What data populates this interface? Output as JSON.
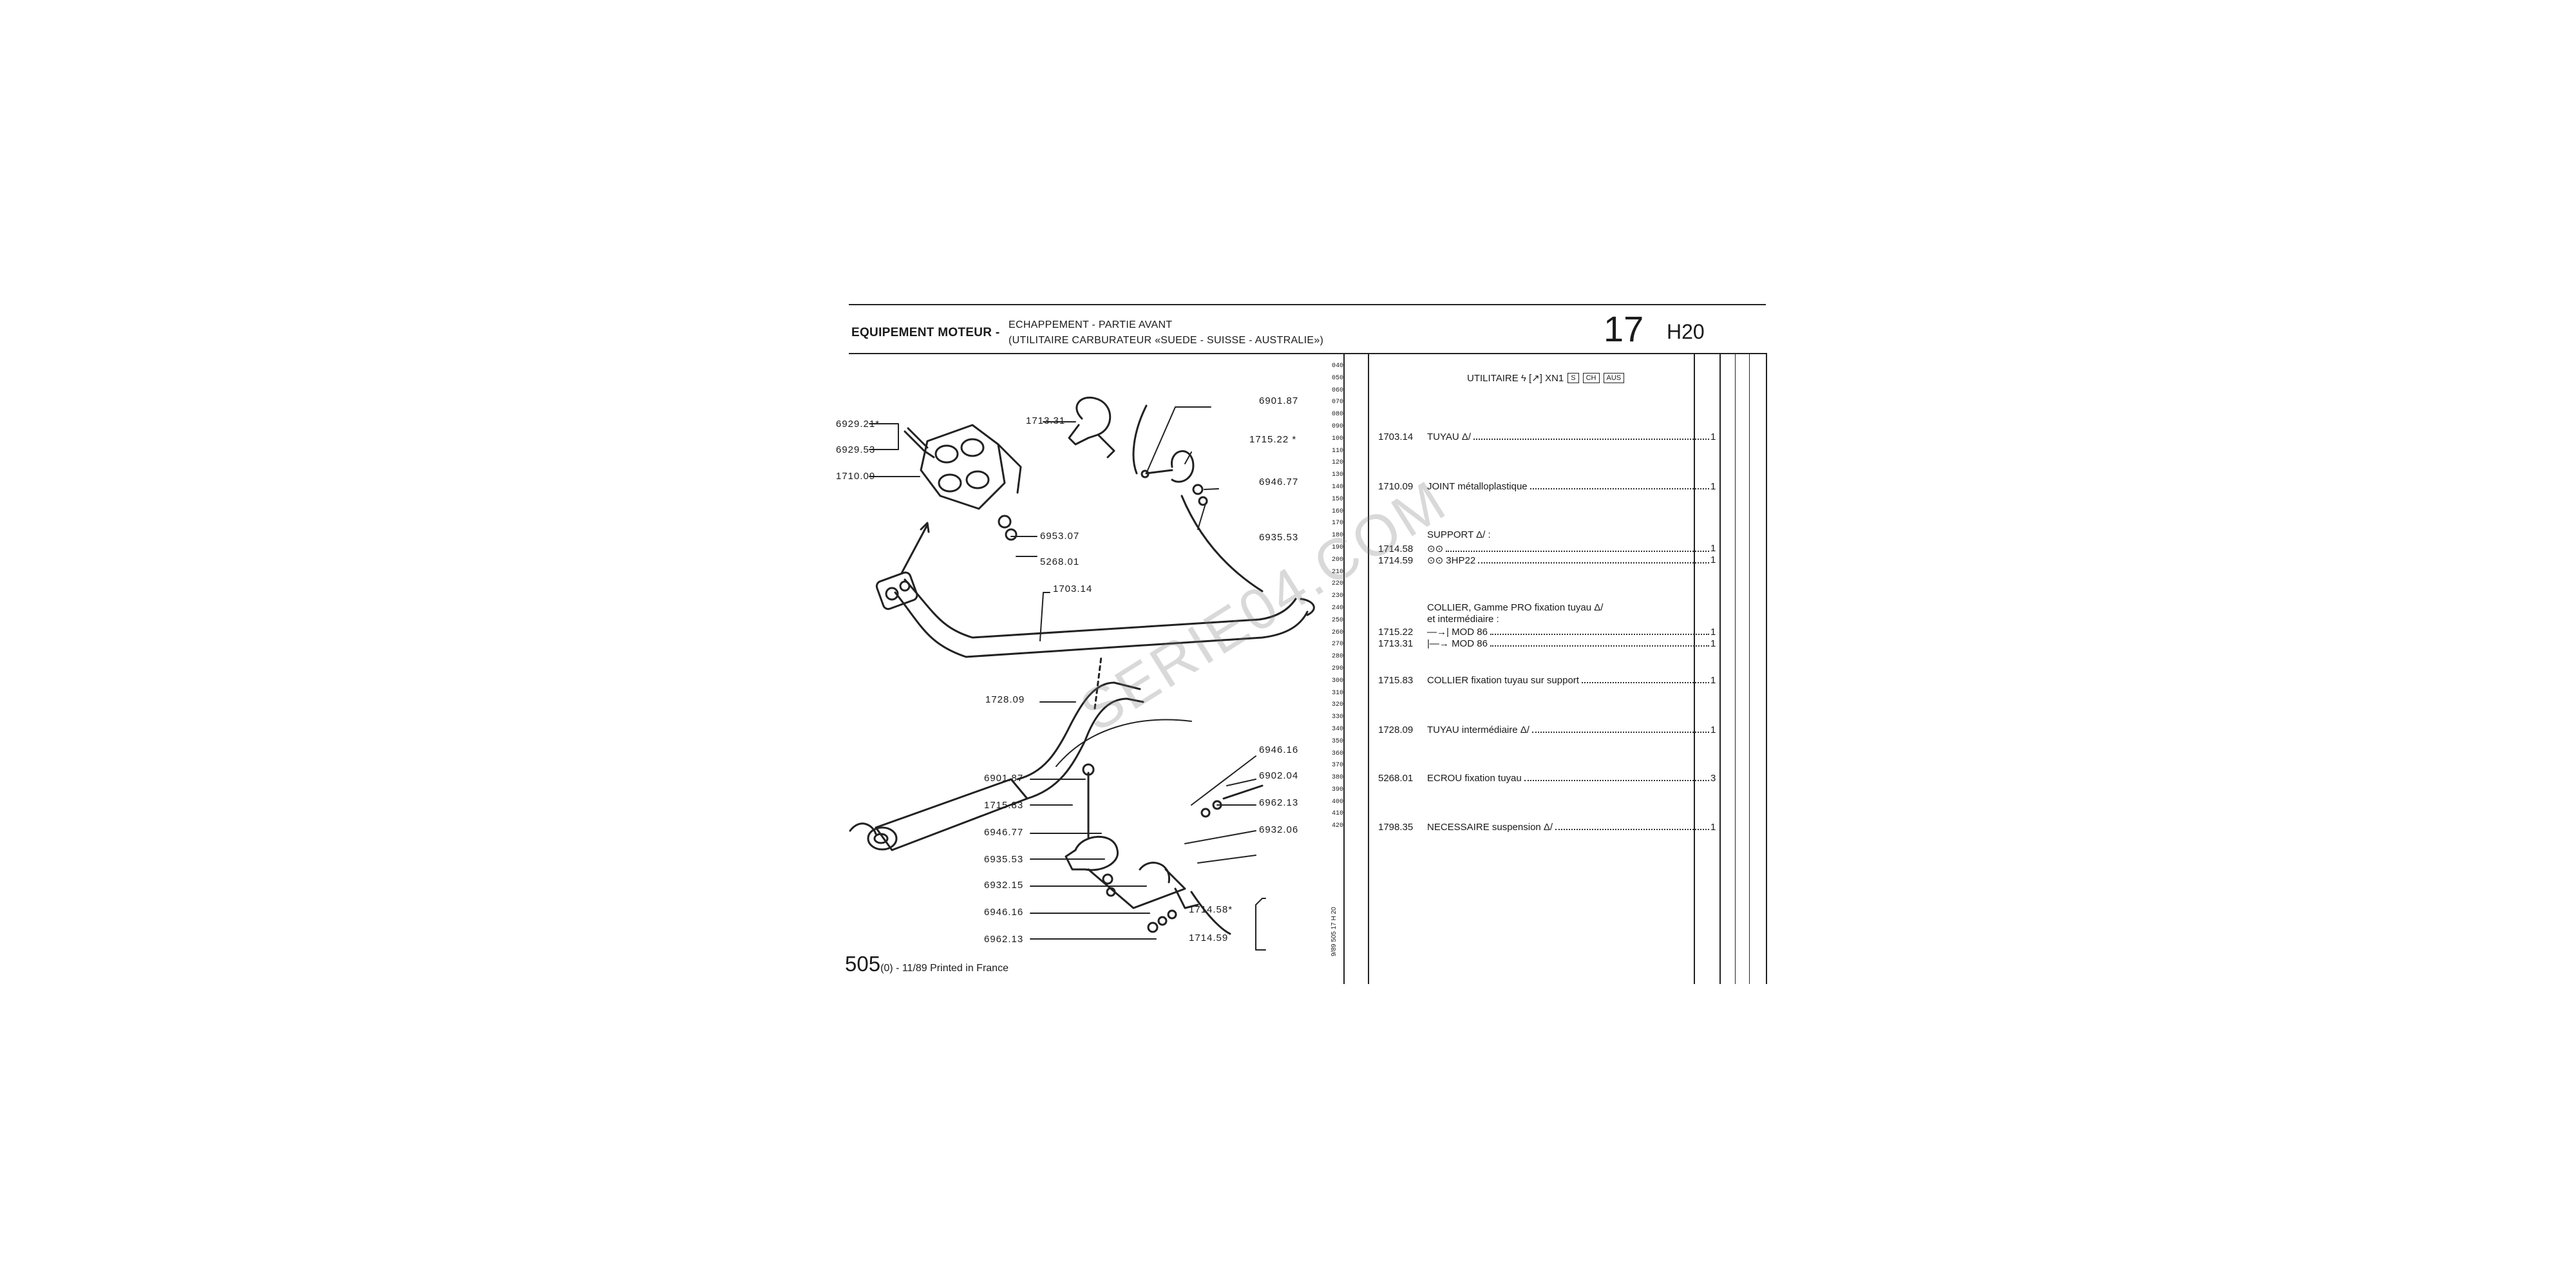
{
  "header": {
    "section": "EQUIPEMENT MOTEUR -",
    "subtitle_line1": "ECHAPPEMENT - PARTIE AVANT",
    "subtitle_line2": "(UTILITAIRE CARBURATEUR «SUEDE - SUISSE - AUSTRALIE»)",
    "page_number": "17",
    "engine_code": "H20"
  },
  "footer": {
    "model": "505",
    "text": "(0) - 11/89 Printed in France"
  },
  "watermark": "SERIE04.COM",
  "side_reference": "9/89  505  17  H  20",
  "scale_numbers": [
    "040",
    "050",
    "060",
    "070",
    "080",
    "090",
    "100",
    "110",
    "120",
    "130",
    "140",
    "150",
    "160",
    "170",
    "180",
    "190",
    "200",
    "210",
    "220",
    "230",
    "240",
    "250",
    "260",
    "270",
    "280",
    "290",
    "300",
    "310",
    "320",
    "330",
    "340",
    "350",
    "360",
    "370",
    "380",
    "390",
    "400",
    "410",
    "420"
  ],
  "variant": {
    "label": "UTILITAIRE ϟ [↗] XN1",
    "boxes": [
      "S",
      "CH",
      "AUS"
    ]
  },
  "parts_list": [
    {
      "ref": "1703.14",
      "desc": "TUYAU  Δ/",
      "qty": "1"
    },
    {
      "ref": "1710.09",
      "desc": "JOINT métalloplastique",
      "qty": "1"
    },
    {
      "ref": "",
      "desc": "SUPPORT  Δ/  :",
      "qty": ""
    },
    {
      "ref": "1714.58",
      "desc": "⊙⊙",
      "qty": "1"
    },
    {
      "ref": "1714.59",
      "desc": "⊙⊙  3HP22",
      "qty": "1"
    },
    {
      "ref": "",
      "desc": "COLLIER, Gamme PRO fixation tuyau  Δ/",
      "qty": ""
    },
    {
      "ref": "",
      "desc": "et intermédiaire :",
      "qty": ""
    },
    {
      "ref": "1715.22",
      "desc": "—→|  MOD 86",
      "qty": "1"
    },
    {
      "ref": "1713.31",
      "desc": "|—→  MOD 86",
      "qty": "1"
    },
    {
      "ref": "1715.83",
      "desc": "COLLIER fixation tuyau sur support",
      "qty": "1"
    },
    {
      "ref": "1728.09",
      "desc": "TUYAU intermédiaire  Δ/",
      "qty": "1"
    },
    {
      "ref": "5268.01",
      "desc": "ECROU fixation tuyau",
      "qty": "3"
    },
    {
      "ref": "1798.35",
      "desc": "NECESSAIRE suspension  Δ/",
      "qty": "1"
    }
  ],
  "callouts": [
    "6929.21*",
    "6929.53",
    "1710.09",
    "1713.31",
    "6901.87",
    "1715.22 *",
    "6946.77",
    "6935.53",
    "6953.07",
    "5268.01",
    "1703.14",
    "1728.09",
    "6946.16",
    "6902.04",
    "6901.87",
    "1715.83",
    "6962.13",
    "6946.77",
    "6932.06",
    "6935.53",
    "6932.15",
    "6946.16",
    "6962.13",
    "1714.58*",
    "1714.59"
  ]
}
